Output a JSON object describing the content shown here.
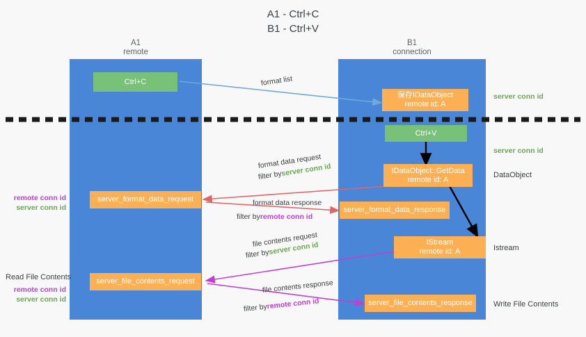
{
  "title": "A1 - Ctrl+C\nB1 - Ctrl+V",
  "colors": {
    "background": "#f8f8f8",
    "lane": "#4a86d8",
    "green_box": "#77c178",
    "orange_box": "#fcb053",
    "server_conn_id": "#6aa84f",
    "remote_conn_id": "#c23fd3",
    "arrow_blue": "#6fa8dc",
    "arrow_red": "#e06666",
    "arrow_magenta": "#c23fd3",
    "arrow_black": "#000000",
    "text": "#3c4043"
  },
  "lanes": [
    {
      "name": "A1",
      "subtitle": "remote",
      "label": "A1\nremote"
    },
    {
      "name": "B1",
      "subtitle": "connection",
      "label": "B1\nconnection"
    }
  ],
  "boxes": {
    "ctrl_c": "Ctrl+C",
    "ctrl_v": "Ctrl+V",
    "save_idataobject": "保存IDataObject\nremote id: A",
    "getdata": "IDataObject::GetData\nremote id: A",
    "istream": "IStream\nremote id: A",
    "server_format_data_request": "server_format_data_request",
    "server_format_data_response": "server_format_data_response",
    "server_file_contents_request": "server_file_contents_request",
    "server_file_contents_response": "server_file_contents_response"
  },
  "edge_labels": {
    "format_list": "format list",
    "format_data_request": "format data request",
    "format_data_response": "format data response",
    "file_contents_request": "file contents request",
    "file_contents_response": "file contents response",
    "filter_by": "filter by ",
    "server_conn_id": "server conn id",
    "remote_conn_id": "remote conn id"
  },
  "right_labels": {
    "server_conn_id_top": "server conn id",
    "server_conn_id_mid": "server conn id",
    "dataobject": "DataObject",
    "istream": "Istream",
    "write_file_contents": "Write File Contents"
  },
  "left_labels": {
    "remote_conn_id_1": "remote conn id",
    "server_conn_id_1": "server conn id",
    "read_file_contents": "Read File Contents",
    "remote_conn_id_2": "remote conn id",
    "server_conn_id_2": "server conn id"
  }
}
